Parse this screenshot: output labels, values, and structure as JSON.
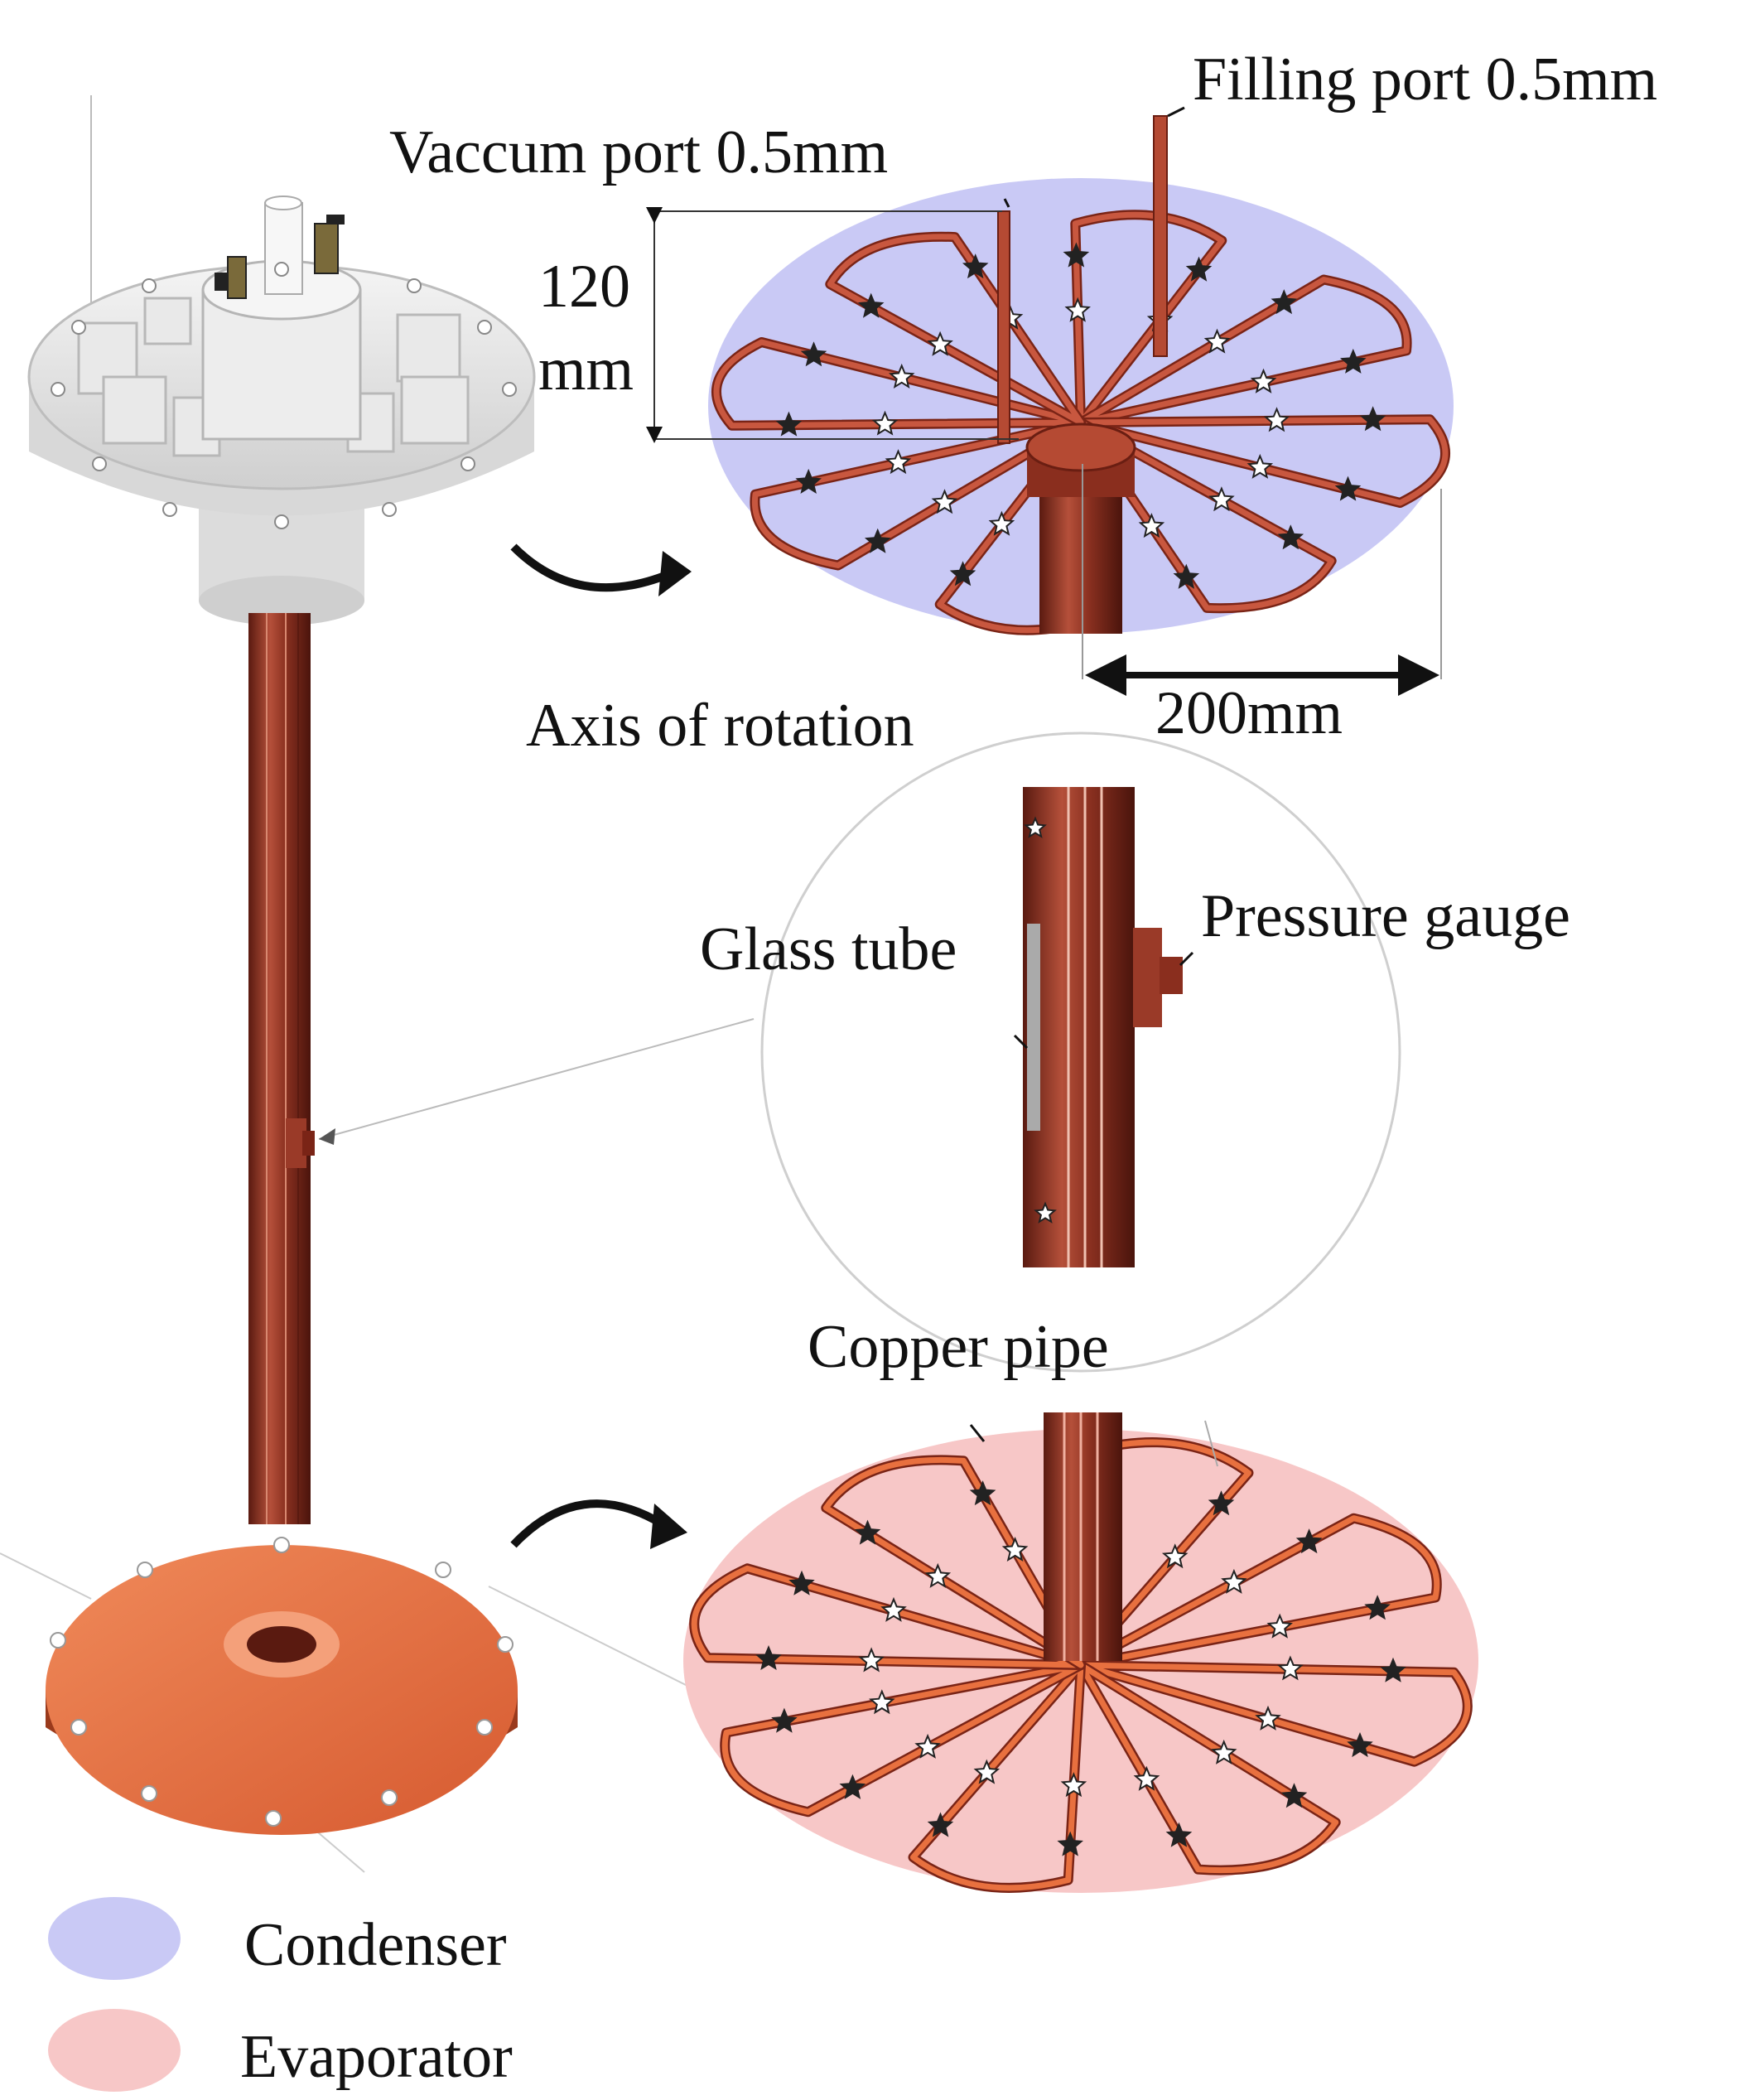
{
  "labels": {
    "filling_port": "Filling port 0.5mm",
    "vacuum_port": "Vaccum port 0.5mm",
    "height_value": "120",
    "height_unit": "mm",
    "axis_of_rotation": "Axis of rotation",
    "diameter": "200mm",
    "glass_tube": "Glass tube",
    "pressure_gauge": "Pressure gauge",
    "copper_pipe": "Copper pipe"
  },
  "legend": [
    {
      "label": "Condenser",
      "color": "#c9c9f5"
    },
    {
      "label": "Evaporator",
      "color": "#f7c7c7"
    }
  ],
  "colors": {
    "condenser": "#c9c9f5",
    "evaporator": "#f7c7c7",
    "copper": "#c8573f",
    "copper_dark": "#7a2416",
    "copper_plate": "#e8703f",
    "housing": "#e6e6e6"
  }
}
